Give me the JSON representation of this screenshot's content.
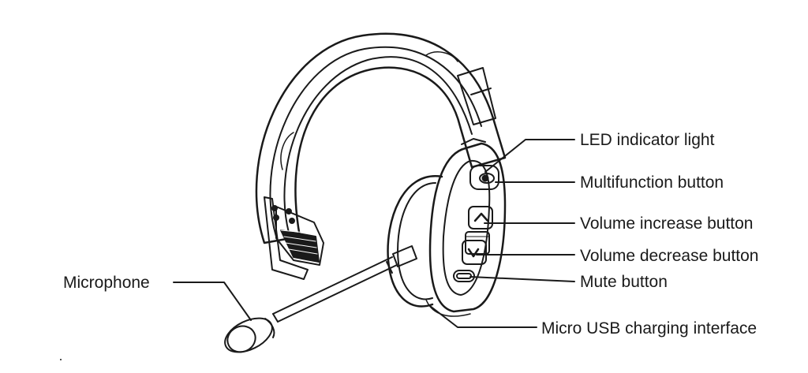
{
  "labels": {
    "led": "LED indicator light",
    "multifunction": "Multifunction button",
    "volume_up": "Volume increase button",
    "volume_down": "Volume decrease button",
    "mute": "Mute button",
    "usb": "Micro USB charging interface",
    "microphone": "Microphone"
  },
  "icons": {
    "volume_up": "chevron-up-icon",
    "volume_down": "chevron-down-icon"
  },
  "colors": {
    "line": "#1a1a1a",
    "background": "#ffffff"
  }
}
